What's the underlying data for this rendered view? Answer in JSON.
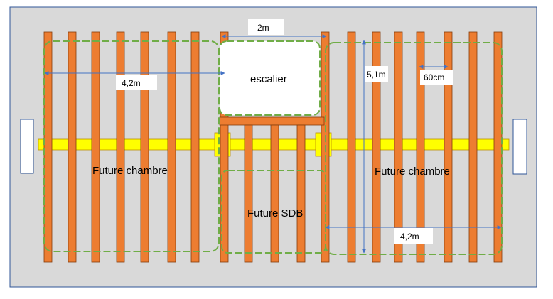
{
  "diagram": {
    "labels": {
      "dim_top": "2m",
      "dim_left": "4,2m",
      "dim_height": "5,1m",
      "dim_spacing": "60cm",
      "dim_right": "4,2m",
      "room_stairs": "escalier",
      "room_left": "Future chambre",
      "room_right": "Future chambre",
      "room_bath": "Future SDB"
    },
    "colors": {
      "background": "#d9d9d9",
      "frame": "#2f5597",
      "joist": "#ed7d31",
      "joist_border": "#843c0c",
      "beam": "#ffff00",
      "beam_border": "#bf9000",
      "room_outline": "#70ad47",
      "dimension_line": "#4472c4"
    }
  }
}
